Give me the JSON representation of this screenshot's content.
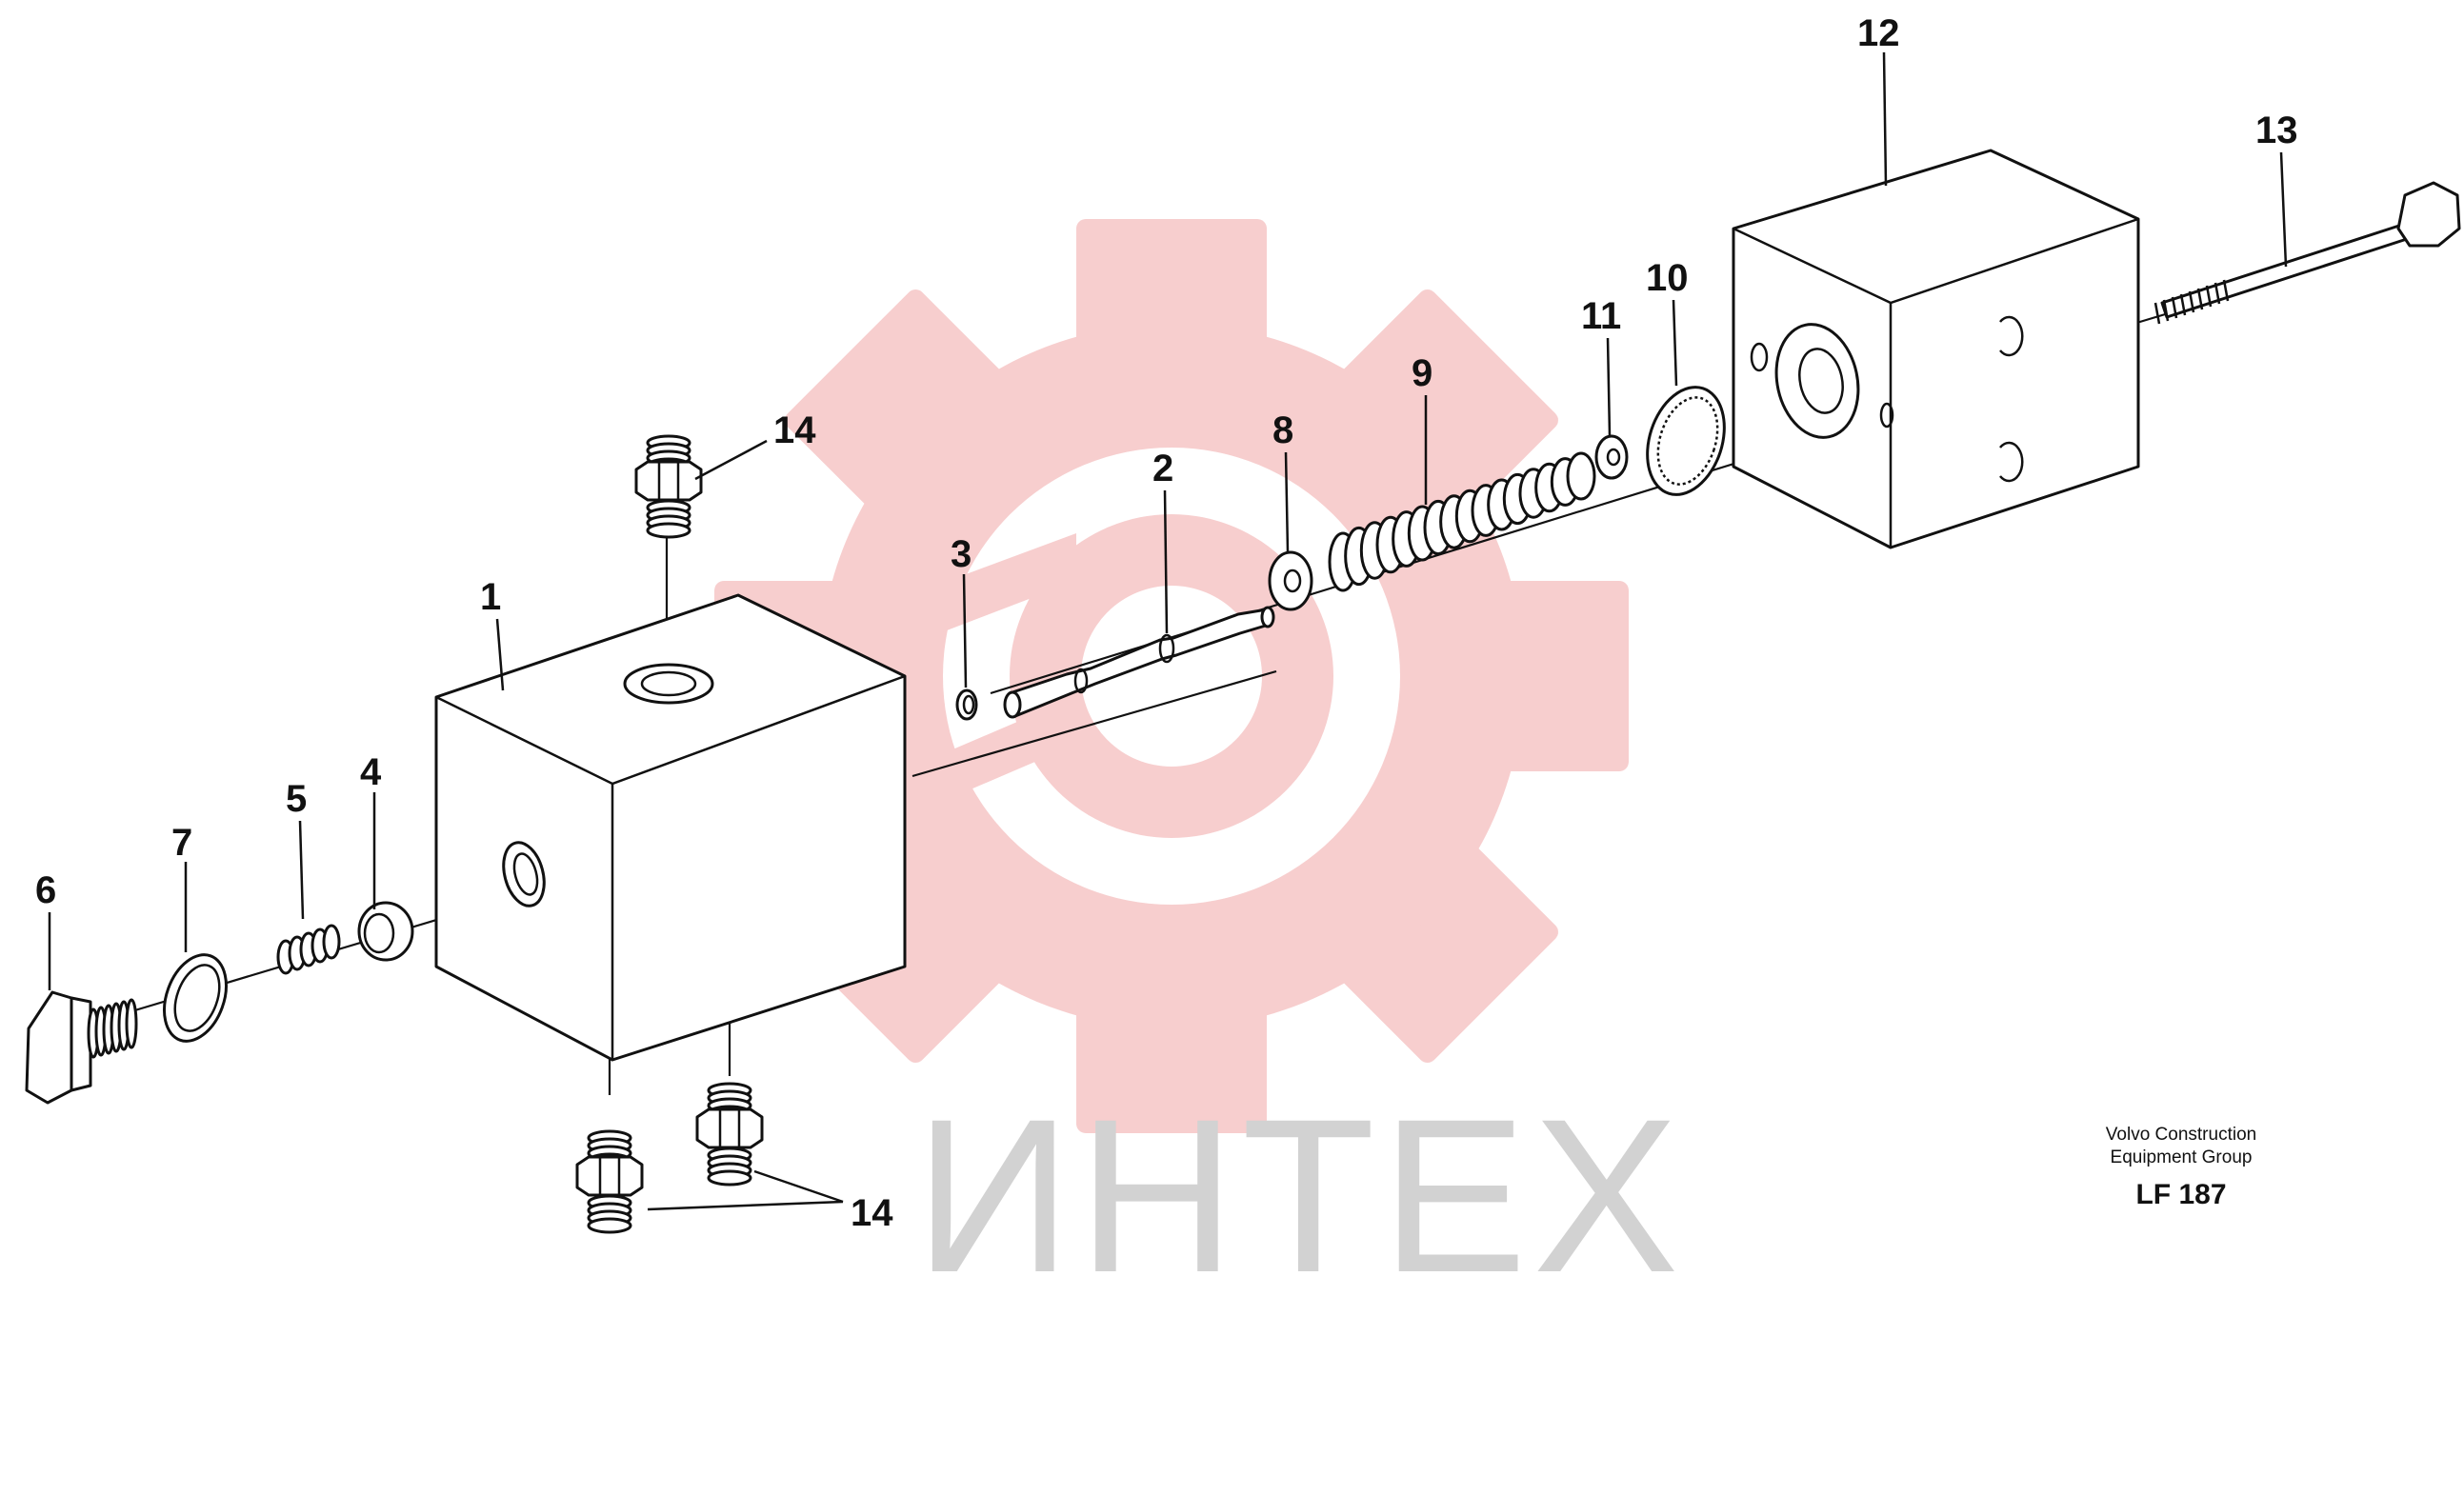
{
  "diagram": {
    "callouts": {
      "c1": "1",
      "c2": "2",
      "c3": "3",
      "c4": "4",
      "c5": "5",
      "c6": "6",
      "c7": "7",
      "c8": "8",
      "c9": "9",
      "c10": "10",
      "c11": "11",
      "c12": "12",
      "c13": "13",
      "c14a": "14",
      "c14b": "14"
    },
    "credit": {
      "line1": "Volvo Construction",
      "line2": "Equipment Group",
      "code": "LF 187"
    },
    "watermark": {
      "text": "ИНТЕХ",
      "gear_color": "#f6c9c9",
      "text_color": "#d2d2d2"
    }
  }
}
